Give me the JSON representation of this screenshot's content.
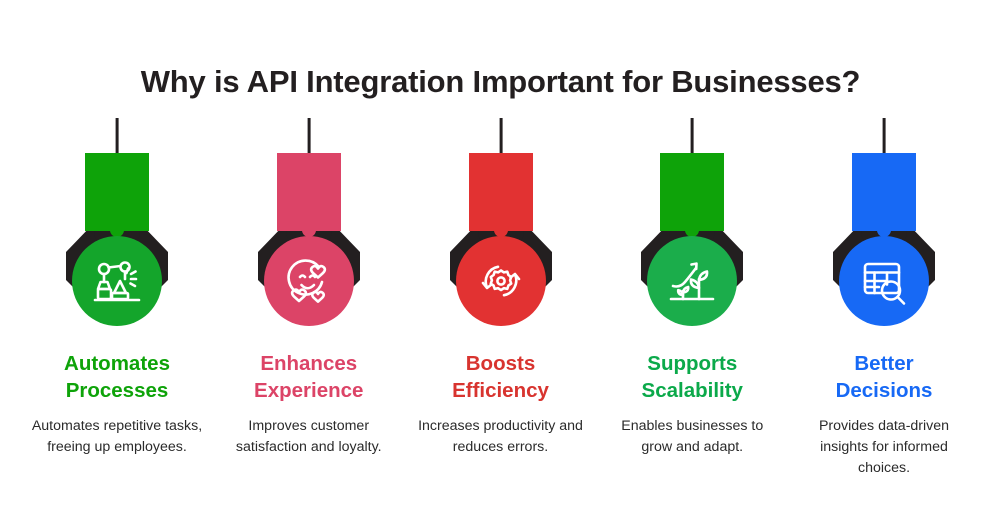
{
  "page": {
    "title": "Why is API Integration Important for Businesses?",
    "background_color": "#ffffff",
    "title_color": "#231f20"
  },
  "colors": {
    "green": "#0EA309",
    "green_circle": "#14A52B",
    "pink": "#DC4467",
    "red": "#E23232",
    "green_bright": "#1BAD4B",
    "blue": "#1769F5",
    "black": "#231f20",
    "body_text": "#2b2b2b"
  },
  "columns": [
    {
      "id": "automates-processes",
      "heading_line1": "Automates",
      "heading_line2": "Processes",
      "description": "Automates repetitive tasks, freeing up employees.",
      "icon": "robotic-arm-icon",
      "block_color": "#0EA309",
      "circle_color": "#14A52B",
      "text_color": "#0EA309"
    },
    {
      "id": "enhances-experience",
      "heading_line1": "Enhances",
      "heading_line2": "Experience",
      "description": "Improves customer satisfaction and loyalty.",
      "icon": "smiling-face-hearts-icon",
      "block_color": "#DC4467",
      "circle_color": "#DC4467",
      "text_color": "#DC4467"
    },
    {
      "id": "boosts-efficiency",
      "heading_line1": "Boosts",
      "heading_line2": "Efficiency",
      "description": "Increases productivity and reduces errors.",
      "icon": "gear-refresh-icon",
      "block_color": "#E23232",
      "circle_color": "#E23232",
      "text_color": "#D8342F"
    },
    {
      "id": "supports-scalability",
      "heading_line1": "Supports",
      "heading_line2": "Scalability",
      "description": "Enables businesses to grow and adapt.",
      "icon": "growing-plant-arrow-icon",
      "block_color": "#0EA309",
      "circle_color": "#1BAD4B",
      "text_color": "#0BA94A"
    },
    {
      "id": "better-decisions",
      "heading_line1": "Better",
      "heading_line2": "Decisions",
      "description": "Provides data-driven insights for informed choices.",
      "icon": "data-table-search-icon",
      "block_color": "#1769F5",
      "circle_color": "#1769F5",
      "text_color": "#1769F5"
    }
  ]
}
